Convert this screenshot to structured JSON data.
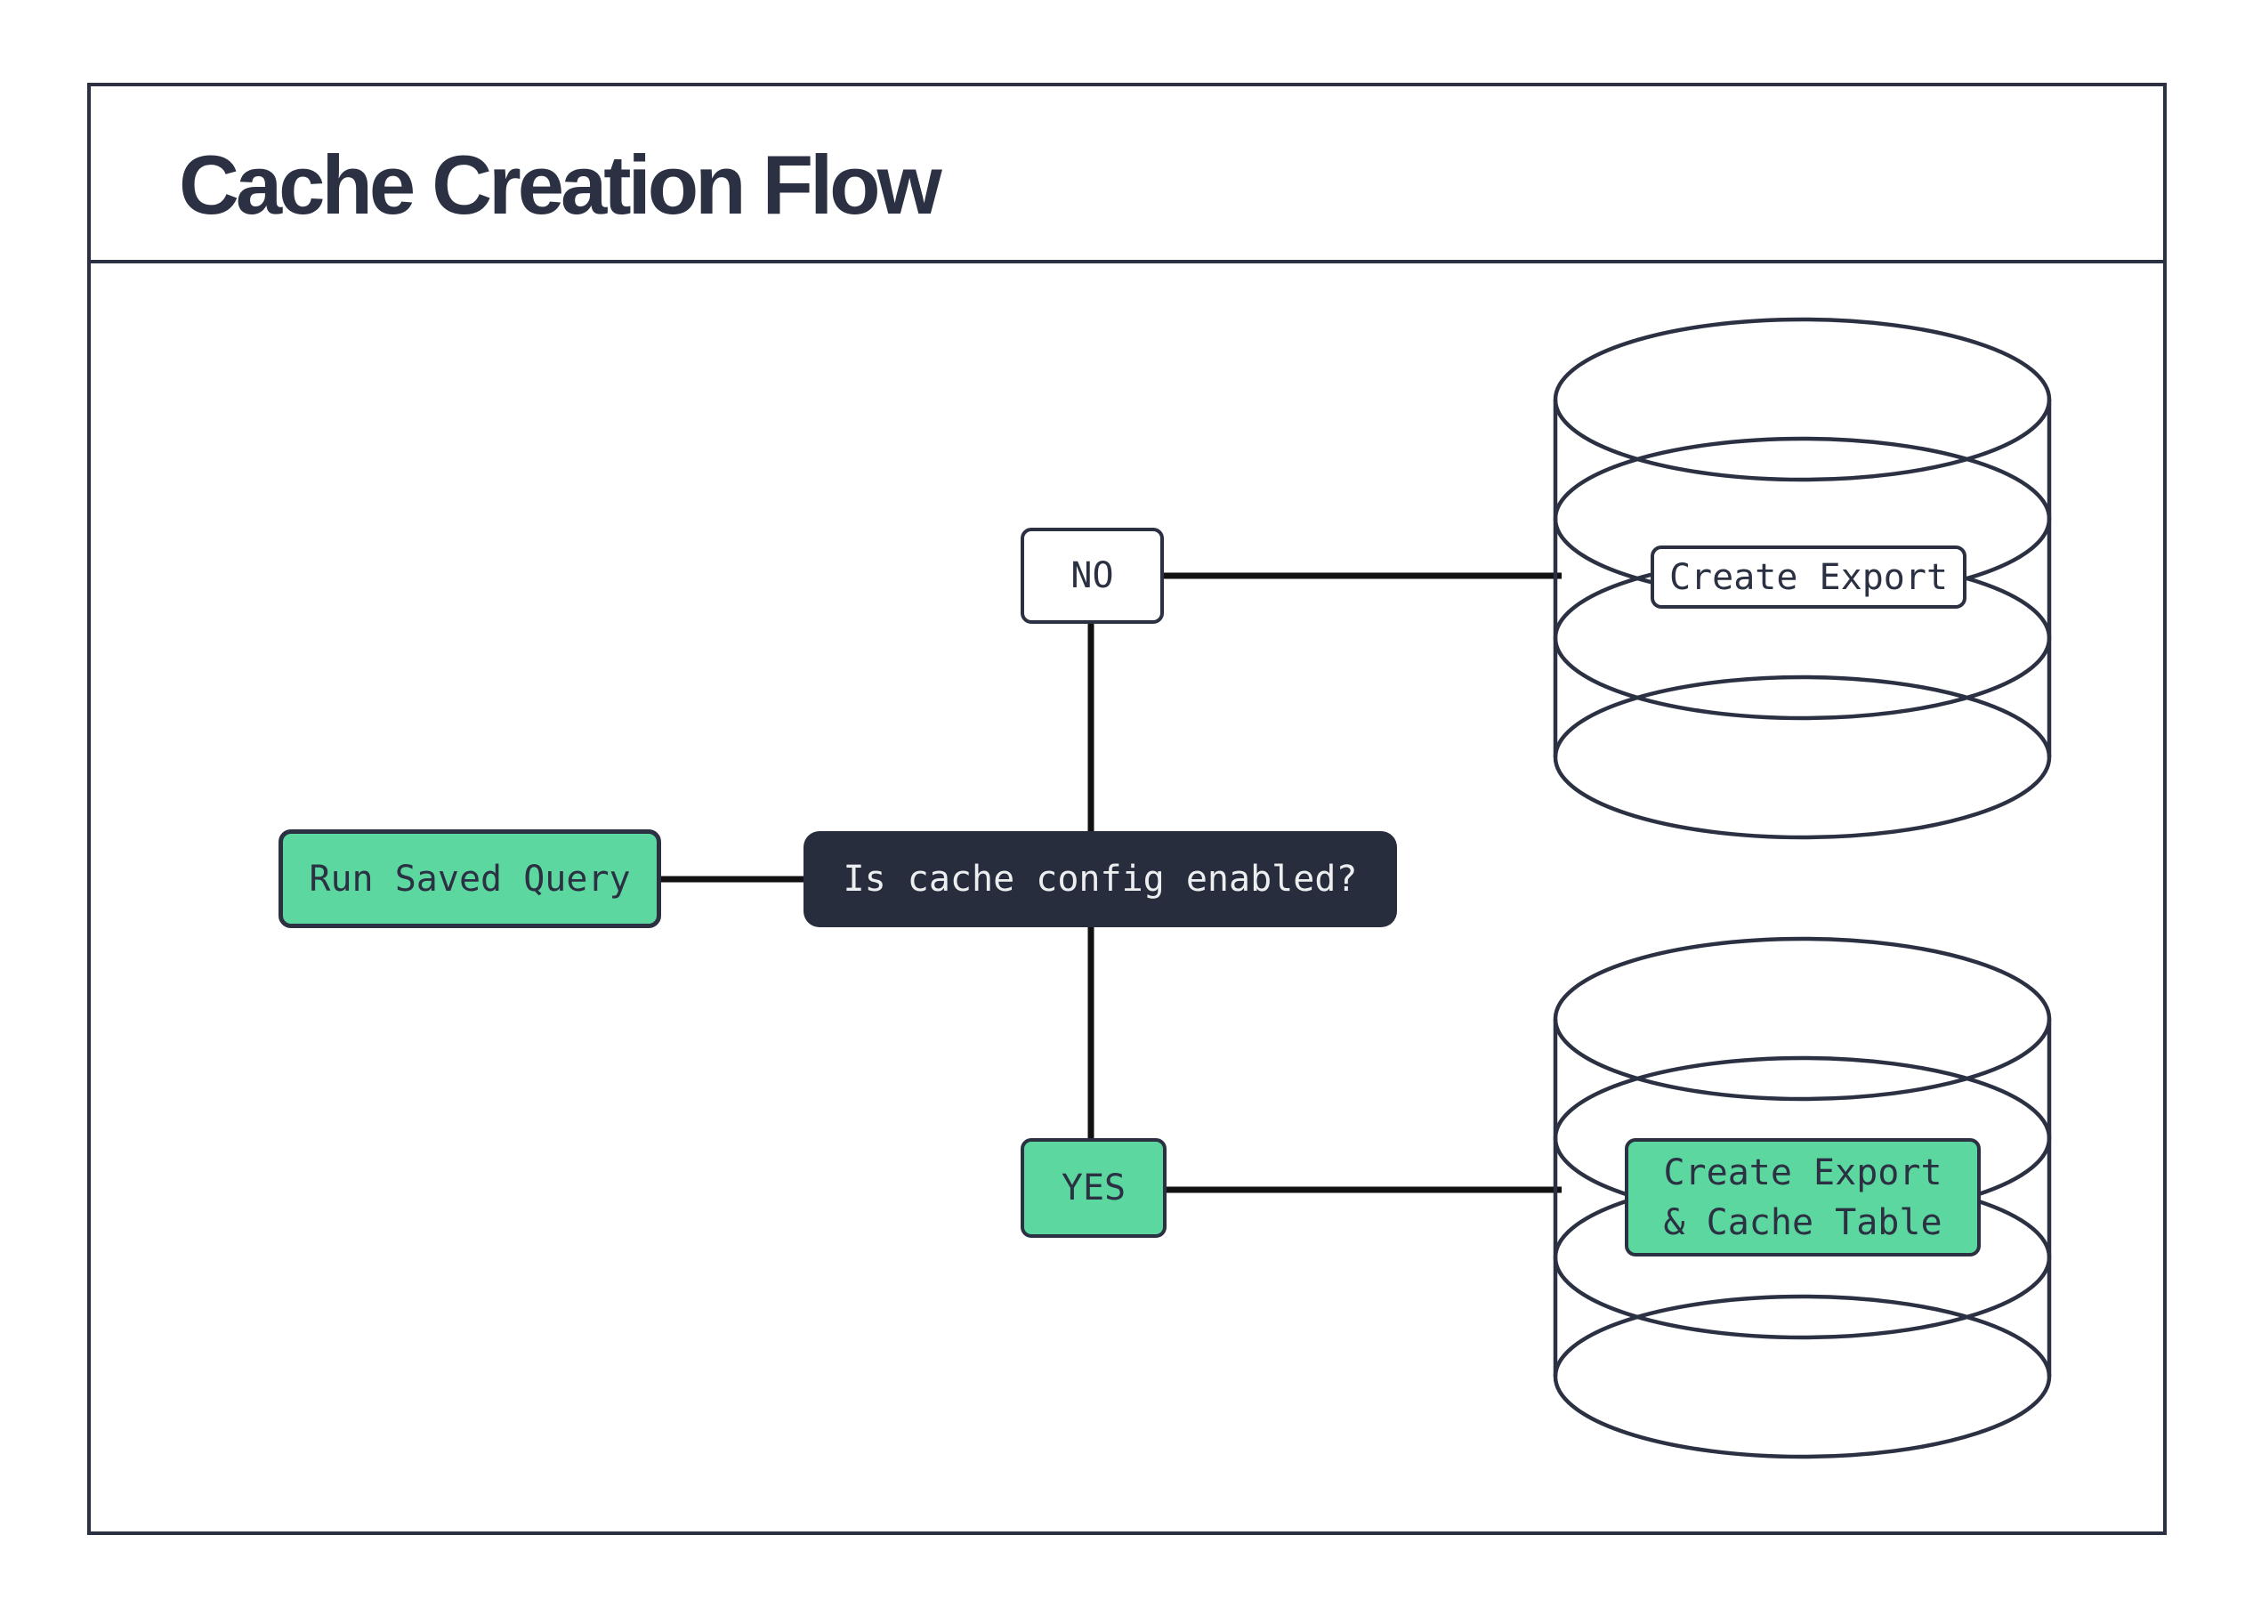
{
  "title": "Cache Creation Flow",
  "colors": {
    "navy": "#2B3142",
    "navy_fill": "#272D3D",
    "green": "#5DD7A0",
    "line": "#111111",
    "light": "#EDEEF0",
    "bg": "#FFFFFF"
  },
  "flow": {
    "start": {
      "label": "Run Saved Query"
    },
    "decision": {
      "label": "Is cache config enabled?"
    },
    "no_branch": {
      "label": "NO",
      "action_label": "Create Export"
    },
    "yes_branch": {
      "label": "YES",
      "action_line1": "Create Export",
      "action_line2": "& Cache Table"
    }
  }
}
